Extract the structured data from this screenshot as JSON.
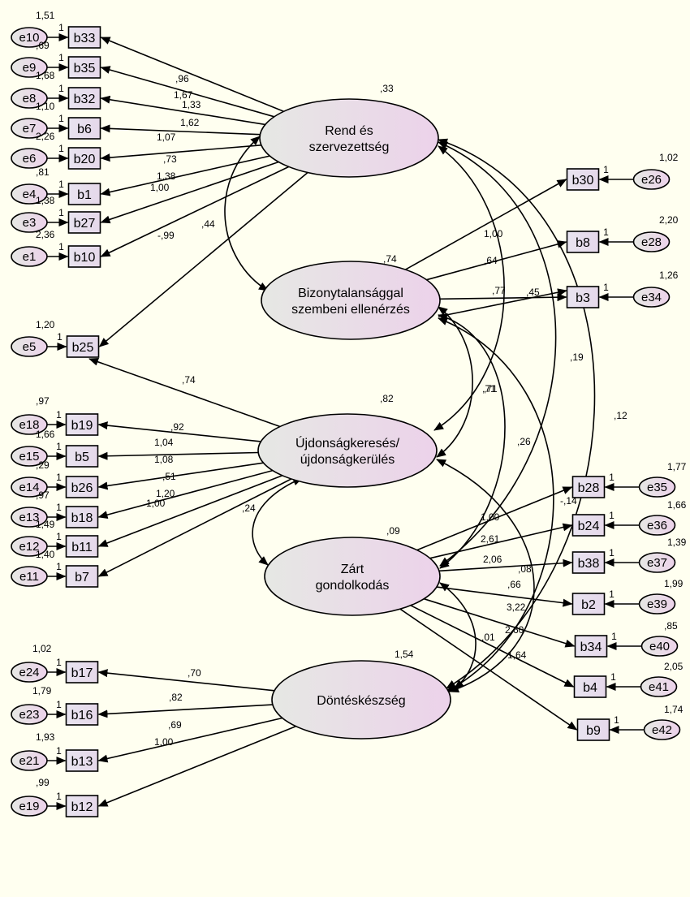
{
  "latents": [
    {
      "id": "L1",
      "lines": [
        "Rend és",
        "szervezettség"
      ],
      "variance": ",33"
    },
    {
      "id": "L2",
      "lines": [
        "Bizonytalansággal",
        "szembeni ellenérzés"
      ],
      "variance": ",74"
    },
    {
      "id": "L3",
      "lines": [
        "Újdonságkeresés/",
        "újdonságkerülés"
      ],
      "variance": ",82"
    },
    {
      "id": "L4",
      "lines": [
        "Zárt",
        "gondolkodás"
      ],
      "variance": ",09"
    },
    {
      "id": "L5",
      "lines": [
        "Döntéskészség"
      ],
      "variance": "1,54"
    }
  ],
  "indicators": [
    {
      "id": "b33",
      "latent": "L1",
      "loading": ",96",
      "error": "e10",
      "err_var": "1,51",
      "fixed": "1"
    },
    {
      "id": "b35",
      "latent": "L1",
      "loading": "1,67",
      "error": "e9",
      "err_var": ",69",
      "fixed": "1"
    },
    {
      "id": "b32",
      "latent": "L1",
      "loading": "1,33",
      "error": "e8",
      "err_var": "1,68",
      "fixed": "1"
    },
    {
      "id": "b6",
      "latent": "L1",
      "loading": "1,62",
      "error": "e7",
      "err_var": "1,10",
      "fixed": "1"
    },
    {
      "id": "b20",
      "latent": "L1",
      "loading": "1,07",
      "error": "e6",
      "err_var": "2,26",
      "fixed": "1"
    },
    {
      "id": "b1",
      "latent": "L1",
      "loading": ",73",
      "error": "e4",
      "err_var": ",81",
      "fixed": "1"
    },
    {
      "id": "b27",
      "latent": "L1",
      "loading": "1,38",
      "error": "e3",
      "err_var": "1,38",
      "fixed": "1"
    },
    {
      "id": "b10",
      "latent": "L1",
      "loading": "1,00",
      "error": "e1",
      "err_var": "2,36",
      "fixed": "1"
    },
    {
      "id": "b25",
      "latent": "L1",
      "loading": "-,99",
      "error": "e5",
      "err_var": "1,20",
      "fixed": "1"
    },
    {
      "id": "b30",
      "latent": "L2",
      "loading": "1,00",
      "error": "e26",
      "err_var": "1,02",
      "fixed": "1"
    },
    {
      "id": "b8",
      "latent": "L2",
      "loading": ",64",
      "error": "e28",
      "err_var": "2,20",
      "fixed": "1"
    },
    {
      "id": "b3",
      "latent": "L2",
      "loading": ",77",
      "error": "e34",
      "err_var": "1,26",
      "fixed": "1"
    },
    {
      "id": "b19",
      "latent": "L3",
      "loading": ",92",
      "error": "e18",
      "err_var": ",97",
      "fixed": "1"
    },
    {
      "id": "b5",
      "latent": "L3",
      "loading": "1,04",
      "error": "e15",
      "err_var": "1,66",
      "fixed": "1"
    },
    {
      "id": "b26",
      "latent": "L3",
      "loading": "1,08",
      "error": "e14",
      "err_var": ",29",
      "fixed": "1"
    },
    {
      "id": "b18",
      "latent": "L3",
      "loading": ",51",
      "error": "e13",
      "err_var": ",97",
      "fixed": "1"
    },
    {
      "id": "b11",
      "latent": "L3",
      "loading": "1,20",
      "error": "e12",
      "err_var": "1,49",
      "fixed": "1"
    },
    {
      "id": "b7",
      "latent": "L3",
      "loading": "1,00",
      "error": "e11",
      "err_var": "1,40",
      "fixed": "1"
    },
    {
      "id": "b28",
      "latent": "L4",
      "loading": "1,00",
      "error": "e35",
      "err_var": "1,77",
      "fixed": "1"
    },
    {
      "id": "b24",
      "latent": "L4",
      "loading": "2,61",
      "error": "e36",
      "err_var": "1,66",
      "fixed": "1"
    },
    {
      "id": "b38",
      "latent": "L4",
      "loading": "2,06",
      "error": "e37",
      "err_var": "1,39",
      "fixed": "1"
    },
    {
      "id": "b2",
      "latent": "L4",
      "loading": ",66",
      "error": "e39",
      "err_var": "1,99",
      "fixed": "1"
    },
    {
      "id": "b34",
      "latent": "L4",
      "loading": "3,22",
      "error": "e40",
      "err_var": ",85",
      "fixed": "1"
    },
    {
      "id": "b4",
      "latent": "L4",
      "loading": "2,60",
      "error": "e41",
      "err_var": "2,05",
      "fixed": "1"
    },
    {
      "id": "b9",
      "latent": "L4",
      "loading": "1,64",
      "error": "e42",
      "err_var": "1,74",
      "fixed": "1"
    },
    {
      "id": "b17",
      "latent": "L5",
      "loading": ",70",
      "error": "e24",
      "err_var": "1,02",
      "fixed": "1"
    },
    {
      "id": "b16",
      "latent": "L5",
      "loading": ",82",
      "error": "e23",
      "err_var": "1,79",
      "fixed": "1"
    },
    {
      "id": "b13",
      "latent": "L5",
      "loading": ",69",
      "error": "e21",
      "err_var": "1,93",
      "fixed": "1"
    },
    {
      "id": "b12",
      "latent": "L5",
      "loading": "1,00",
      "error": "e19",
      "err_var": ",99",
      "fixed": "1"
    },
    {
      "id": "b25b",
      "latent": "L3",
      "loading": ",74",
      "error": "",
      "err_var": "",
      "fixed": ""
    }
  ],
  "covariances": [
    {
      "from": "L1",
      "to": "L2",
      "value": ",44"
    },
    {
      "from": "L1",
      "to": "L3",
      "value": ",71"
    },
    {
      "from": "L1",
      "to": "L4",
      "value": ",19"
    },
    {
      "from": "L1",
      "to": "L5",
      "value": ",12"
    },
    {
      "from": "L2",
      "to": "L3",
      "value": ",71"
    },
    {
      "from": "L2",
      "to": "L4",
      "value": ",26"
    },
    {
      "from": "L2",
      "to": "L5",
      "value": "-,14"
    },
    {
      "from": "L2",
      "to": "b3",
      "value": ",45"
    },
    {
      "from": "L3",
      "to": "L4",
      "value": ",24"
    },
    {
      "from": "L3",
      "to": "L5",
      "value": ",08"
    },
    {
      "from": "L4",
      "to": "L5",
      "value": ",01"
    }
  ]
}
